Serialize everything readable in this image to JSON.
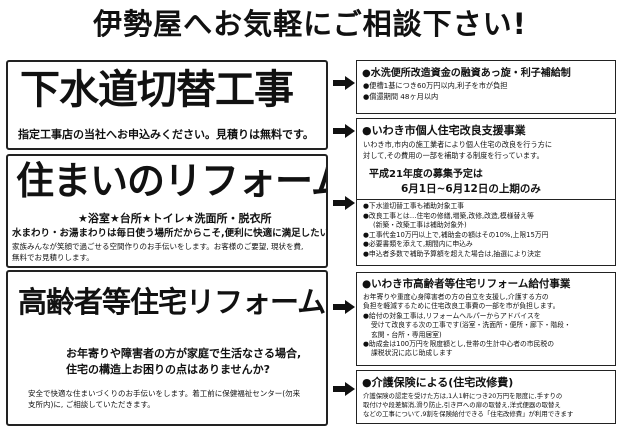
{
  "header": {
    "title": "伊勢屋へお気軽にご相談下さい!"
  },
  "sections": {
    "sewer": {
      "title": "下水道切替工事",
      "body": "指定工事店の当社へお申込みください。見積りは無料です。"
    },
    "reform": {
      "title": "住まいのリフォーム",
      "rooms": "★浴室★台所★トイレ★洗面所・脱衣所",
      "lead": "水まわり・お湯まわりは毎日使う場所だからこそ,便利に快適に満足したい!",
      "body": [
        "家族みんなが笑顔で過ごせる空間作りのお手伝いをします。お客様のご要望, 現状を費,",
        "無料でお見積りします。"
      ]
    },
    "elderly": {
      "title": "高齢者等住宅リフォーム",
      "lead": [
        "お年寄りや障害者の方が家庭で生活なさる場合,",
        "住宅の構造上お困りの点はありませんか?"
      ],
      "body": [
        "安全で快適な住まいづくりのお手伝いをします。着工前に保健福祉センター(勿来",
        "支所内)に, ご相談していただきます。"
      ]
    }
  },
  "info": {
    "loan": {
      "title": "●水洗便所改造資金の融資あっ旋・利子補給制",
      "items": [
        "●便槽1基につき60万円以内,利子を市が負担",
        "●償還期間 48ヶ月以内"
      ]
    },
    "city": {
      "title": "●いわき市個人住宅改良支援事業",
      "body": [
        "いわき市,市内の施工業者により個人住宅の改良を行う方に",
        "対して,その費用の一部を補助する制度を行っています。"
      ],
      "period_label": "平成21年度の募集予定は",
      "period": "6月1日~6月12日の上期のみ",
      "items": [
        "●下水道切替工事も補助対象工事",
        "●改良工事とは…住宅の修繕,増築,改修,改造,模様替え等",
        "(新築・改築工事は補助対象外)",
        "●工事代金10万円以上で,補助金の額はその10%,上限15万円",
        "●必要書類を添えて,期間内に申込み",
        "●申込者多数で補助予算額を超えた場合は,抽選により決定"
      ]
    },
    "elderly_grant": {
      "title": "●いわき市高齢者等住宅リフォーム給付事業",
      "body": [
        "お年寄りや重度心身障害者の方の自立を支援し,介護する方の",
        "負担を軽減するために住宅改良工事費の一部を市が負担します。"
      ],
      "items": [
        "●給付の対象工事は,リフォームヘルパーからアドバイスを",
        "受けて改良する次の工事です(浴室・洗面所・便所・廊下・階段・",
        "玄関・台所・専用居室)",
        "●助成金は100万円を限度額とし,世帯の生計中心者の市民税の",
        "課税状況に応じ助成します"
      ]
    },
    "care": {
      "title": "●介護保険による(住宅改修費)",
      "body": [
        "介護保険の認定を受けた方は,1人1軒につき20万円を限度に,手すりの",
        "取付けや段差解消,滑り防止,引き戸への扉の取替え,洋式便器の取替え",
        "などの工事について,9割を保険給付できる「住宅改修費」が利用できます"
      ]
    }
  }
}
